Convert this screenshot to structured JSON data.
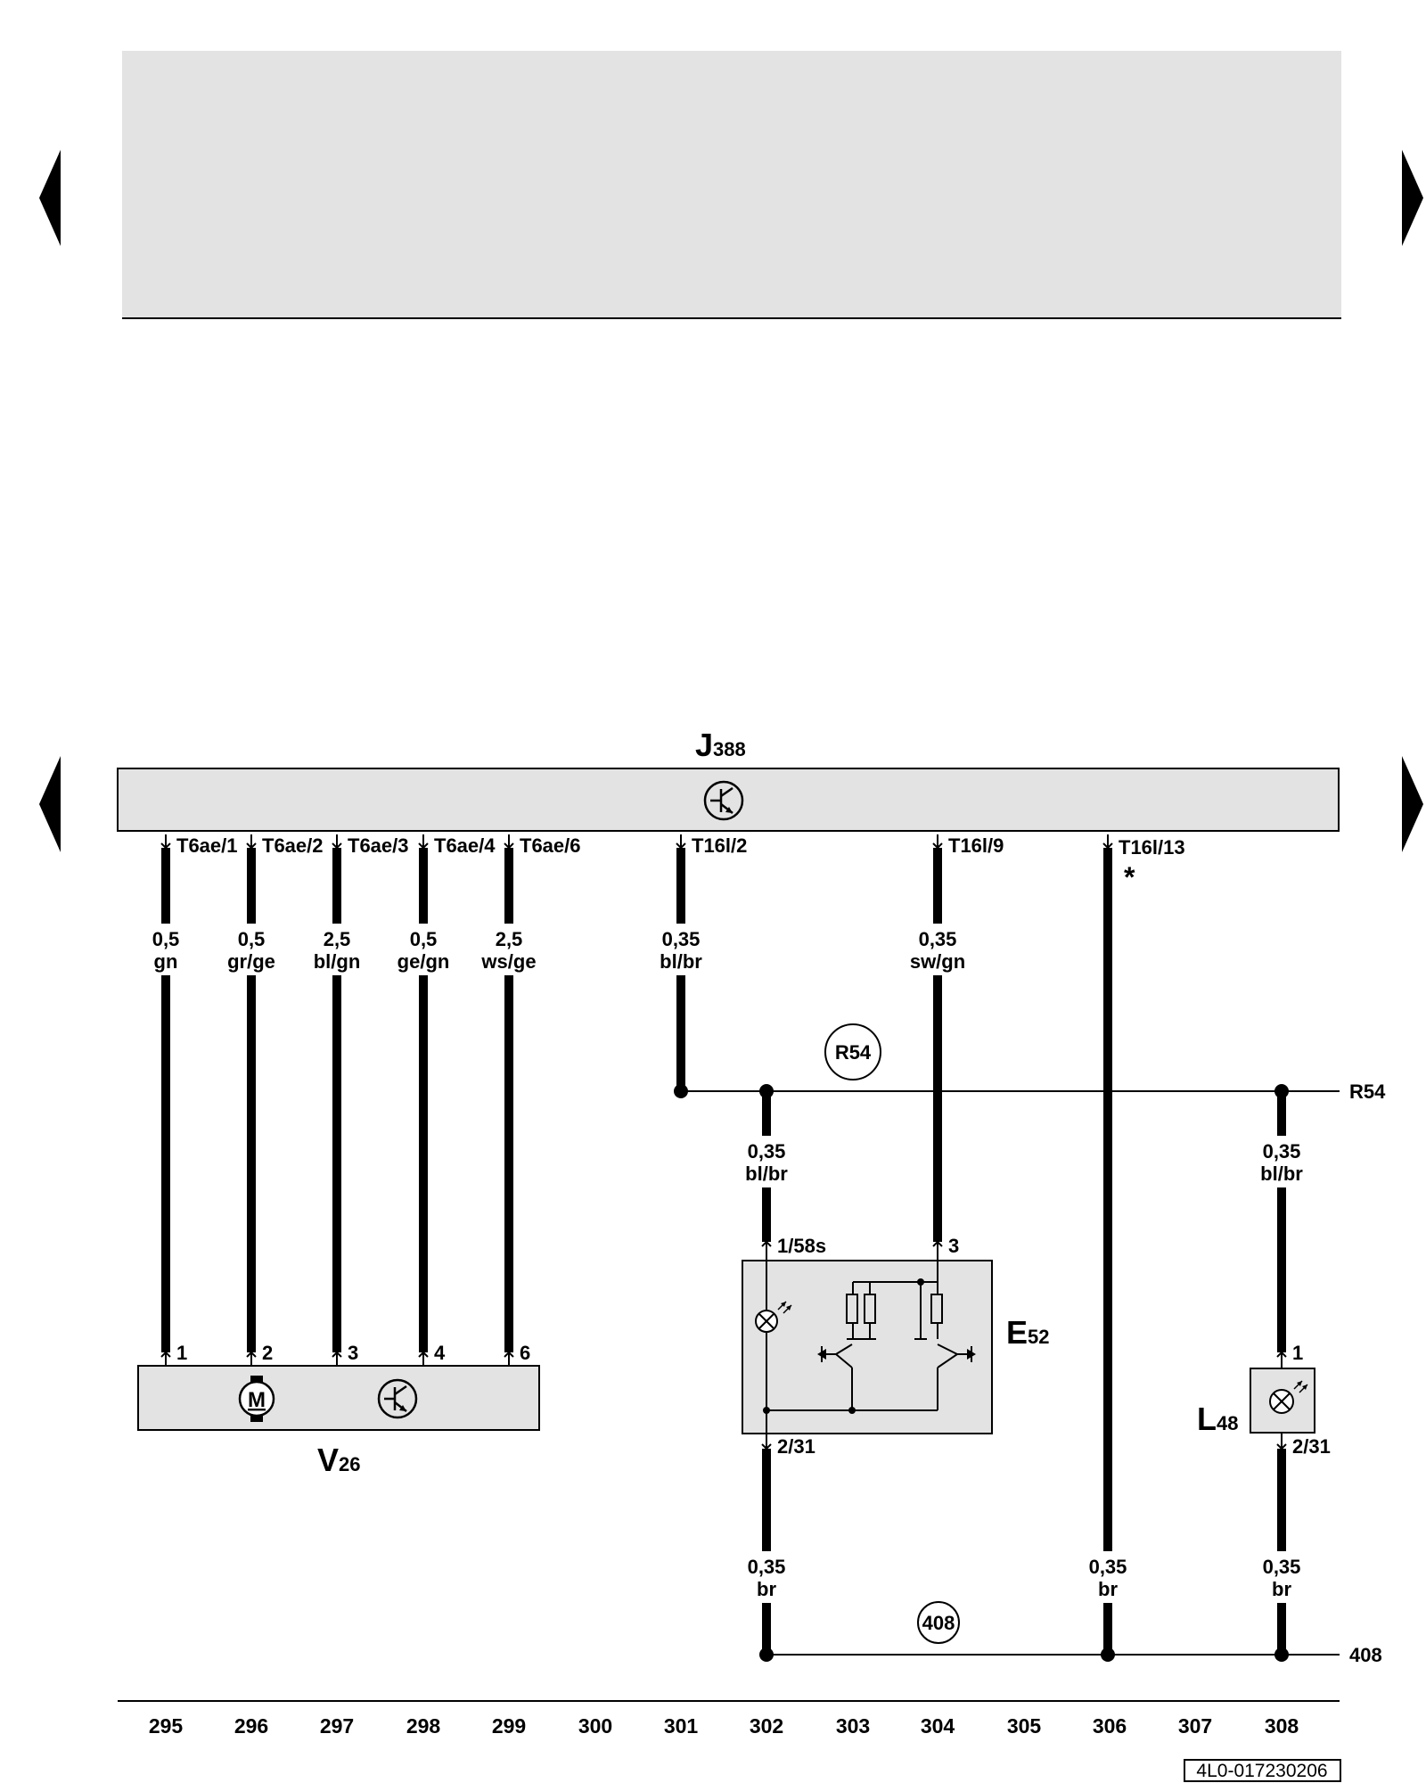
{
  "nav": {
    "left_arrow": "triangle-left",
    "right_arrow": "triangle-right"
  },
  "components": {
    "J388": {
      "letter": "J",
      "number": "388"
    },
    "V26": {
      "letter": "V",
      "number": "26"
    },
    "E52": {
      "letter": "E",
      "number": "52"
    },
    "L48": {
      "letter": "L",
      "number": "48"
    }
  },
  "top_connectors": [
    {
      "label": "T6ae/1",
      "size": "0,5",
      "color": "gn",
      "pin": "1"
    },
    {
      "label": "T6ae/2",
      "size": "0,5",
      "color": "gr/ge",
      "pin": "2"
    },
    {
      "label": "T6ae/3",
      "size": "2,5",
      "color": "bl/gn",
      "pin": "3"
    },
    {
      "label": "T6ae/4",
      "size": "0,5",
      "color": "ge/gn",
      "pin": "4"
    },
    {
      "label": "T6ae/6",
      "size": "2,5",
      "color": "ws/ge",
      "pin": "6"
    },
    {
      "label": "T16l/2",
      "size": "0,35",
      "color": "bl/br"
    },
    {
      "label": "T16l/9",
      "size": "0,35",
      "color": "sw/gn",
      "pin": "3"
    },
    {
      "label": "T16l/13",
      "mark": "*"
    }
  ],
  "e52": {
    "pin_top_left": "1/58s",
    "pin_top_right": "3",
    "pin_bottom": "2/31",
    "wire_top": {
      "size": "0,35",
      "color": "bl/br"
    },
    "wire_bottom": {
      "size": "0,35",
      "color": "br"
    }
  },
  "l48": {
    "pin_top": "1",
    "pin_bottom": "2/31",
    "wire_top": {
      "size": "0,35",
      "color": "bl/br"
    },
    "wire_bottom": {
      "size": "0,35",
      "color": "br"
    }
  },
  "wire_306": {
    "size": "0,35",
    "color": "br"
  },
  "motor_symbol": "M",
  "nodes": {
    "r54_circle": "R54",
    "r54_label": "R54",
    "n408_circle": "408",
    "n408_label": "408"
  },
  "columns": [
    "295",
    "296",
    "297",
    "298",
    "299",
    "300",
    "301",
    "302",
    "303",
    "304",
    "305",
    "306",
    "307",
    "308"
  ],
  "diagram_id": "4L0-017230206"
}
